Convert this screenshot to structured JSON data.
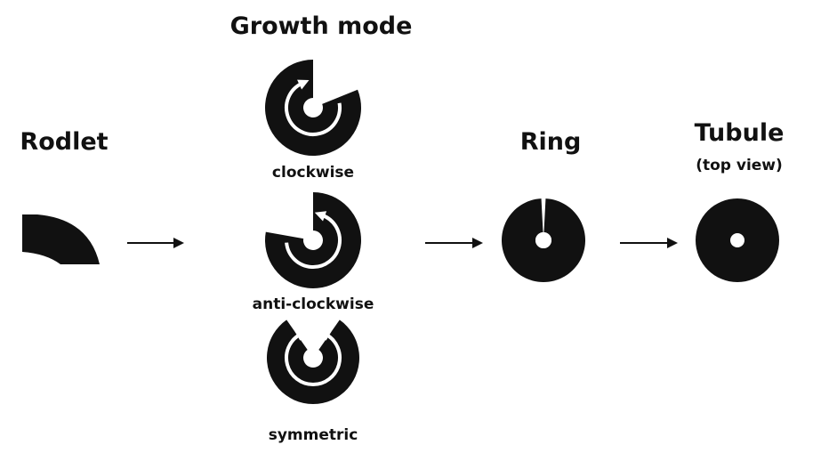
{
  "title": "Growth mode",
  "stages": {
    "rodlet": "Rodlet",
    "ring": "Ring",
    "tubule": "Tubule",
    "tubule_sub": "(top view)"
  },
  "modes": [
    {
      "label": "clockwise"
    },
    {
      "label": "anti-clockwise"
    },
    {
      "label": "symmetric"
    }
  ],
  "colors": {
    "shape": "#111111",
    "background": "#ffffff"
  }
}
